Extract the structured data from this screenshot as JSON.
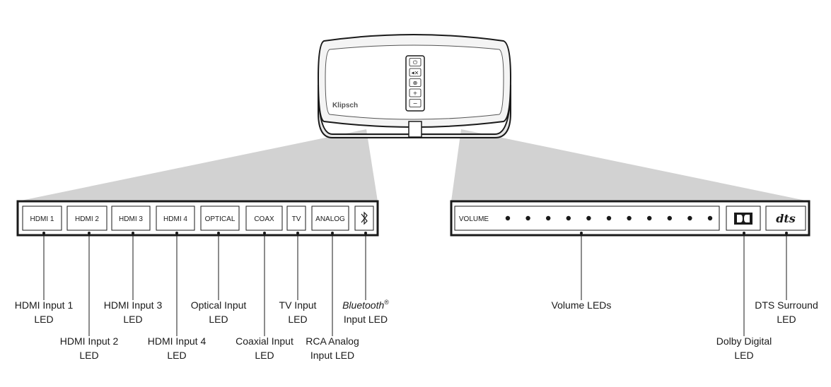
{
  "device": {
    "brand": "Klipsch",
    "buttons": [
      "power-icon",
      "mute-icon",
      "input-icon",
      "plus-icon",
      "minus-icon"
    ],
    "button_glyphs": [
      "⏻",
      "◂×",
      "⊕",
      "+",
      "−"
    ]
  },
  "left_panel": {
    "indicators": [
      {
        "text": "HDMI 1",
        "label_lines": [
          "HDMI Input 1",
          "LED"
        ]
      },
      {
        "text": "HDMI 2",
        "label_lines": [
          "HDMI Input 2",
          "LED"
        ]
      },
      {
        "text": "HDMI 3",
        "label_lines": [
          "HDMI Input 3",
          "LED"
        ]
      },
      {
        "text": "HDMI 4",
        "label_lines": [
          "HDMI Input 4",
          "LED"
        ]
      },
      {
        "text": "OPTICAL",
        "label_lines": [
          "Optical Input",
          "LED"
        ]
      },
      {
        "text": "COAX",
        "label_lines": [
          "Coaxial Input",
          "LED"
        ]
      },
      {
        "text": "TV",
        "label_lines": [
          "TV Input",
          "LED"
        ]
      },
      {
        "text": "ANALOG",
        "label_lines": [
          "RCA Analog",
          "Input LED"
        ]
      },
      {
        "text": "",
        "icon": "bluetooth-icon",
        "label_lines": [
          "Bluetooth®",
          "Input LED"
        ]
      }
    ]
  },
  "right_panel": {
    "volume_text": "VOLUME",
    "volume_led_count": 11,
    "volume_label": "Volume LEDs",
    "dolby_label_lines": [
      "Dolby Digital",
      "LED"
    ],
    "dts_text": "dts",
    "dts_label_lines": [
      "DTS Surround",
      "LED"
    ]
  },
  "colors": {
    "stroke": "#1a1a1a",
    "beam": "#d2d2d2",
    "device_body": "#f4f4f4",
    "background": "#ffffff"
  }
}
